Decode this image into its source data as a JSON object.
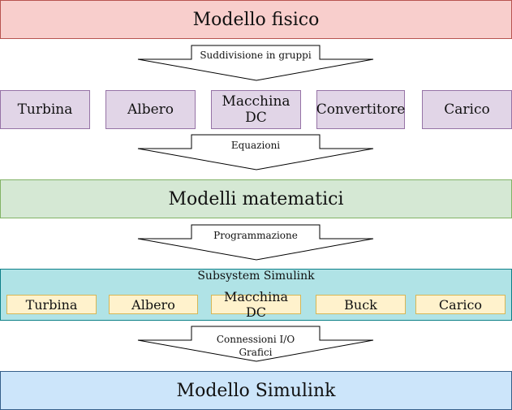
{
  "physical_model": {
    "label": "Modello fisico"
  },
  "arrows": {
    "a1": {
      "label": "Suddivisione in gruppi"
    },
    "a2": {
      "label": "Equazioni"
    },
    "a3": {
      "label": "Programmazione"
    },
    "a4": {
      "line1": "Connessioni I/O",
      "line2": "Grafici"
    }
  },
  "groups": [
    "Turbina",
    "Albero",
    "Macchina DC",
    "Convertitore",
    "Carico"
  ],
  "math_models": {
    "label": "Modelli matematici"
  },
  "subsystems": {
    "title": "Subsystem Simulink",
    "items": [
      "Turbina",
      "Albero",
      "Macchina DC",
      "Buck",
      "Carico"
    ]
  },
  "simulink_model": {
    "label": "Modello Simulink"
  },
  "colors": {
    "red_fill": "#f8cecc",
    "purple_fill": "#e1d5e7",
    "green_fill": "#d5e8d4",
    "cyan_fill": "#b0e3e6",
    "yellow_fill": "#fff2cc",
    "blue_fill": "#cce5fa"
  }
}
